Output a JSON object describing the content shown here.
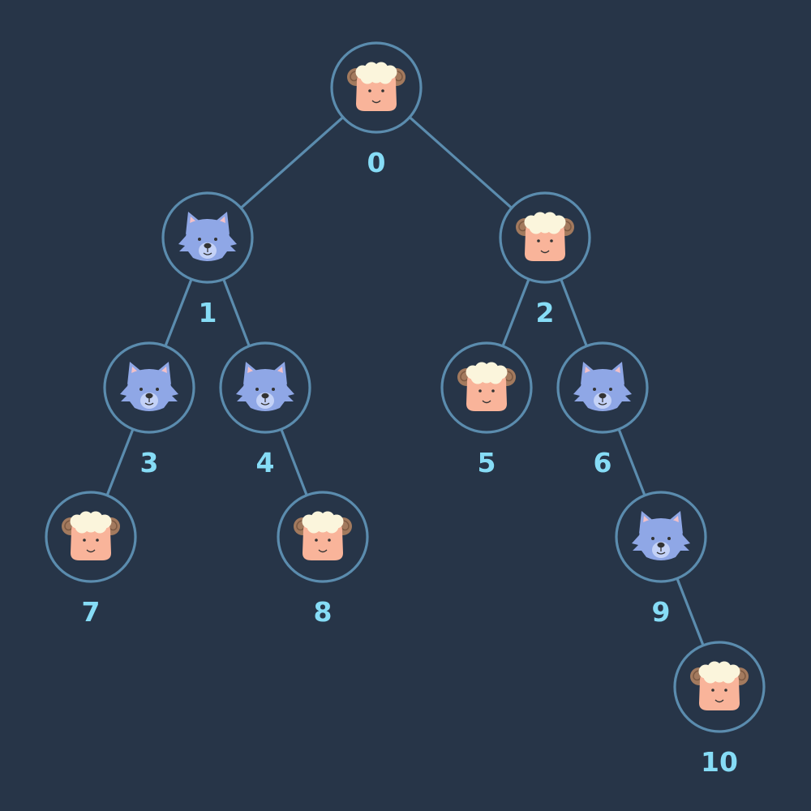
{
  "colors": {
    "background": "#273548",
    "ring": "#5b8cae",
    "label": "#86dcf6",
    "sheep_face": "#f9b49a",
    "sheep_wool": "#fbf5dc",
    "sheep_horn": "#a37a5e",
    "wolf_fur": "#8fa7e6",
    "wolf_ear_inner": "#f2c0c8",
    "wolf_nose": "#333333"
  },
  "nodes": [
    {
      "id": "0",
      "label": "0",
      "animal": "sheep",
      "icon": "sheep-icon"
    },
    {
      "id": "1",
      "label": "1",
      "animal": "wolf",
      "icon": "wolf-icon"
    },
    {
      "id": "2",
      "label": "2",
      "animal": "sheep",
      "icon": "sheep-icon"
    },
    {
      "id": "3",
      "label": "3",
      "animal": "wolf",
      "icon": "wolf-icon"
    },
    {
      "id": "4",
      "label": "4",
      "animal": "wolf",
      "icon": "wolf-icon"
    },
    {
      "id": "5",
      "label": "5",
      "animal": "sheep",
      "icon": "sheep-icon"
    },
    {
      "id": "6",
      "label": "6",
      "animal": "wolf",
      "icon": "wolf-icon"
    },
    {
      "id": "7",
      "label": "7",
      "animal": "sheep",
      "icon": "sheep-icon"
    },
    {
      "id": "8",
      "label": "8",
      "animal": "sheep",
      "icon": "sheep-icon"
    },
    {
      "id": "9",
      "label": "9",
      "animal": "wolf",
      "icon": "wolf-icon"
    },
    {
      "id": "10",
      "label": "10",
      "animal": "sheep",
      "icon": "sheep-icon"
    }
  ],
  "edges": [
    {
      "from": "0",
      "to": "1"
    },
    {
      "from": "0",
      "to": "2"
    },
    {
      "from": "1",
      "to": "3"
    },
    {
      "from": "1",
      "to": "4"
    },
    {
      "from": "2",
      "to": "5"
    },
    {
      "from": "2",
      "to": "6"
    },
    {
      "from": "3",
      "to": "7"
    },
    {
      "from": "4",
      "to": "8"
    },
    {
      "from": "6",
      "to": "9"
    },
    {
      "from": "9",
      "to": "10"
    }
  ]
}
